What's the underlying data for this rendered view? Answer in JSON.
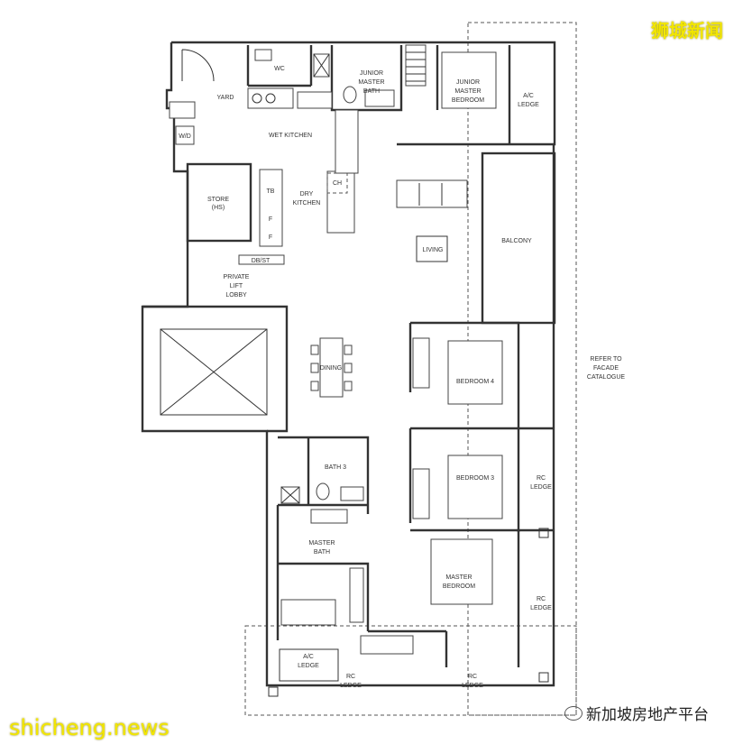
{
  "labels": {
    "yard": "YARD",
    "wc": "WC",
    "junior_master_bath": [
      "JUNIOR",
      "MASTER",
      "BATH"
    ],
    "junior_master_bedroom": [
      "JUNIOR",
      "MASTER",
      "BEDROOM"
    ],
    "ac_ledge_top": [
      "A/C",
      "LEDGE"
    ],
    "wd": "W/D",
    "wet_kitchen": "WET KITCHEN",
    "ch": "CH",
    "store": [
      "STORE",
      "(HS)"
    ],
    "tb": "TB",
    "f1": "F",
    "f2": "F",
    "dry_kitchen": [
      "DRY",
      "KITCHEN"
    ],
    "living": "LIVING",
    "balcony": "BALCONY",
    "dbst": "DB/ST",
    "private_lift_lobby": [
      "PRIVATE",
      "LIFT",
      "LOBBY"
    ],
    "dining": "DINING",
    "bedroom4": "BEDROOM 4",
    "refer_to": [
      "REFER TO",
      "FACADE",
      "CATALOGUE"
    ],
    "bath3": "BATH 3",
    "bedroom3": "BEDROOM 3",
    "rc_ledge_right1": [
      "RC",
      "LEDGE"
    ],
    "master_bath": [
      "MASTER",
      "BATH"
    ],
    "master_bedroom": [
      "MASTER",
      "BEDROOM"
    ],
    "rc_ledge_right2": [
      "RC",
      "LEDGE"
    ],
    "ac_ledge_bottom": [
      "A/C",
      "LEDGE"
    ],
    "rc_ledge_bottom1": [
      "RC",
      "LEDGE"
    ],
    "rc_ledge_bottom2": [
      "RC",
      "LEDGE"
    ]
  },
  "watermarks": {
    "top_right": "狮城新闻",
    "bottom_left": "shicheng.news",
    "bottom_right": "新加坡房地产平台"
  }
}
